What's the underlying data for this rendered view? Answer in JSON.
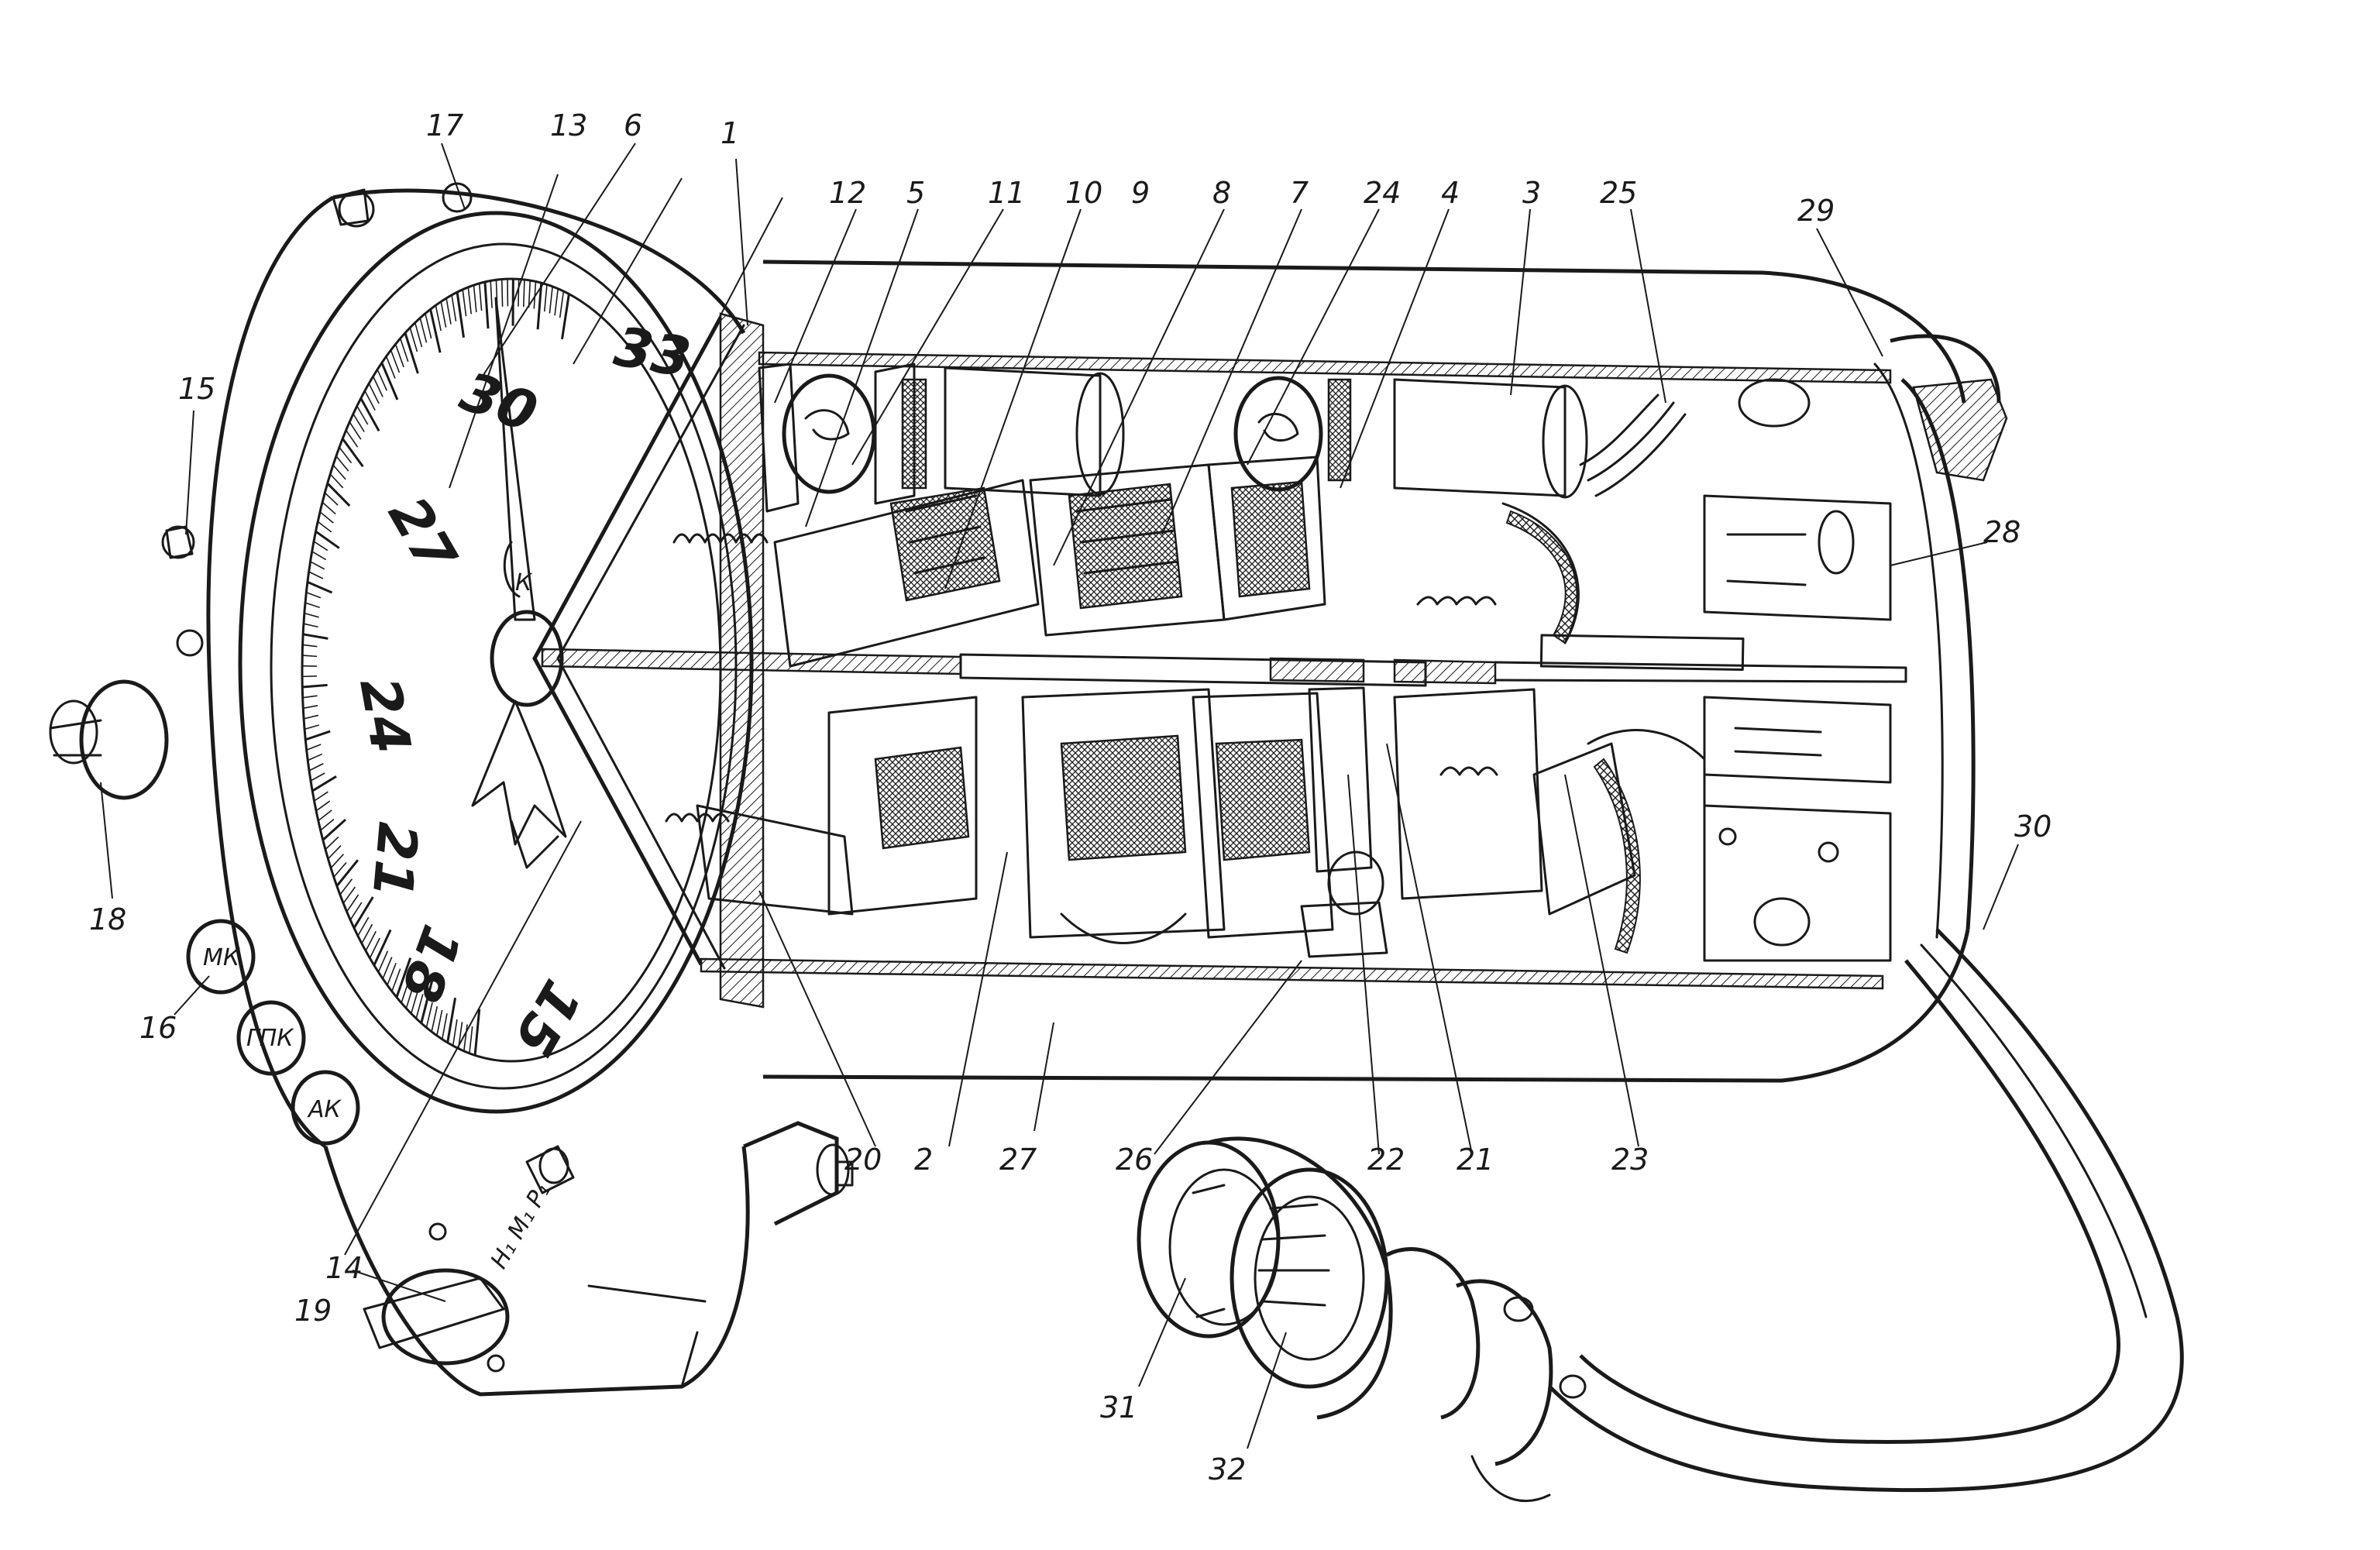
{
  "scale_numbers": [
    "33",
    "30",
    "27",
    "24",
    "21",
    "18",
    "15"
  ],
  "dial_marker": "К",
  "mode_buttons": [
    "МК",
    "ГПК",
    "АК"
  ],
  "switch_plate_text": "Н₁ М₁ Р₁",
  "callouts": [
    "1",
    "2",
    "3",
    "4",
    "5",
    "6",
    "7",
    "8",
    "9",
    "10",
    "11",
    "12",
    "13",
    "14",
    "15",
    "16",
    "17",
    "18",
    "19",
    "20",
    "21",
    "22",
    "23",
    "24",
    "25",
    "26",
    "27",
    "28",
    "29",
    "30",
    "31",
    "32"
  ]
}
